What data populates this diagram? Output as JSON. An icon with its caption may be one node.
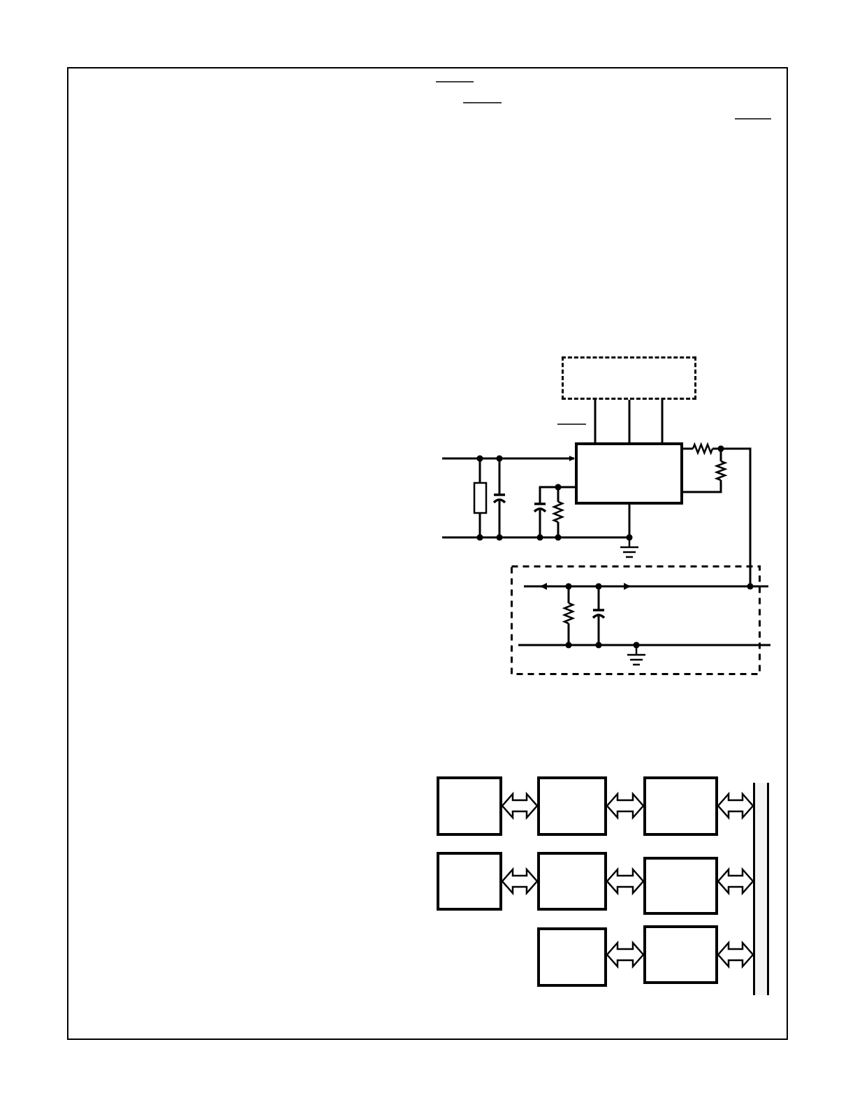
{
  "diagram": {
    "nodes": [
      {
        "text": [],
        "shape": "box"
      },
      {
        "text": [],
        "shape": "box"
      },
      {
        "text": [],
        "shape": "box"
      },
      {
        "text": [],
        "shape": "box"
      },
      {
        "text": [],
        "shape": "box"
      },
      {
        "text": [],
        "shape": "box"
      },
      {
        "text": [],
        "shape": "box"
      },
      {
        "text": [],
        "shape": "box"
      },
      {
        "text": [],
        "shape": "box"
      },
      {
        "text": [],
        "shape": "box"
      },
      {
        "text": [],
        "shape": "bar"
      }
    ],
    "edges": [
      {
        "from": 0,
        "to": 1,
        "arrow": "none"
      },
      {
        "from": 0,
        "to": 1,
        "arrow": "none"
      },
      {
        "from": 0,
        "to": 1,
        "arrow": "none"
      },
      {
        "from": 2,
        "to": 3,
        "arrow": "both"
      },
      {
        "from": 3,
        "to": 4,
        "arrow": "both"
      },
      {
        "from": 4,
        "to": 10,
        "arrow": "both"
      },
      {
        "from": 5,
        "to": 6,
        "arrow": "both"
      },
      {
        "from": 6,
        "to": 7,
        "arrow": "both"
      },
      {
        "from": 7,
        "to": 10,
        "arrow": "both"
      },
      {
        "from": 8,
        "to": 9,
        "arrow": "both"
      },
      {
        "from": 9,
        "to": 10,
        "arrow": "both"
      }
    ]
  }
}
